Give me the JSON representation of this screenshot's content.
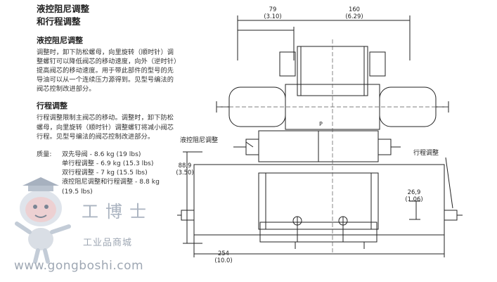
{
  "title": {
    "line1": "液控阻尼调整",
    "line2": "和行程调整"
  },
  "sections": [
    {
      "heading": "液控阻尼调整",
      "body": "调整时，卸下防松螺母，向里旋转（顺时针）调整螺钉可以降低阀芯的移动速度，向外（逆时针）提高阀芯的移动速度。用于带此部件的型号的先导油可以从一个连续压力源得到。见型号编法的阀芯控制改进部分。"
    },
    {
      "heading": "行程调整",
      "body": "行程调整限制主阀芯的移动。调整时，卸下防松螺母，向里旋转（顺时针）调整螺钉将减小阀芯行程。见型号编法的阀芯控制改进部分。"
    }
  ],
  "weights": {
    "label": "质量:",
    "items": [
      "双先导阀 - 8.6 kg (19 lbs)",
      "单行程调整 - 6.9 kg (15.3 lbs)",
      "双行程调整 - 7 kg (15.5 lbs)",
      "液控阻尼调整和行程调整 - 8.8 kg (19.5 lbs)"
    ]
  },
  "drawing": {
    "labels": {
      "pilot_damping": "液控阻尼调整",
      "stroke_adjust": "行程调整",
      "p_mark": "P"
    },
    "dimensions": {
      "d79": "79",
      "d79_in": "(3.10)",
      "d160": "160",
      "d160_in": "(6.29)",
      "d88": "88,9",
      "d88_in": "(3.50)",
      "d26": "26,9",
      "d26_in": "(1.06)",
      "d254": "254",
      "d254_in": "(10.0)"
    }
  },
  "watermark": {
    "brand_cn": "工博士",
    "tagline": "工业品商城",
    "url": "www.gongboshi.com"
  }
}
